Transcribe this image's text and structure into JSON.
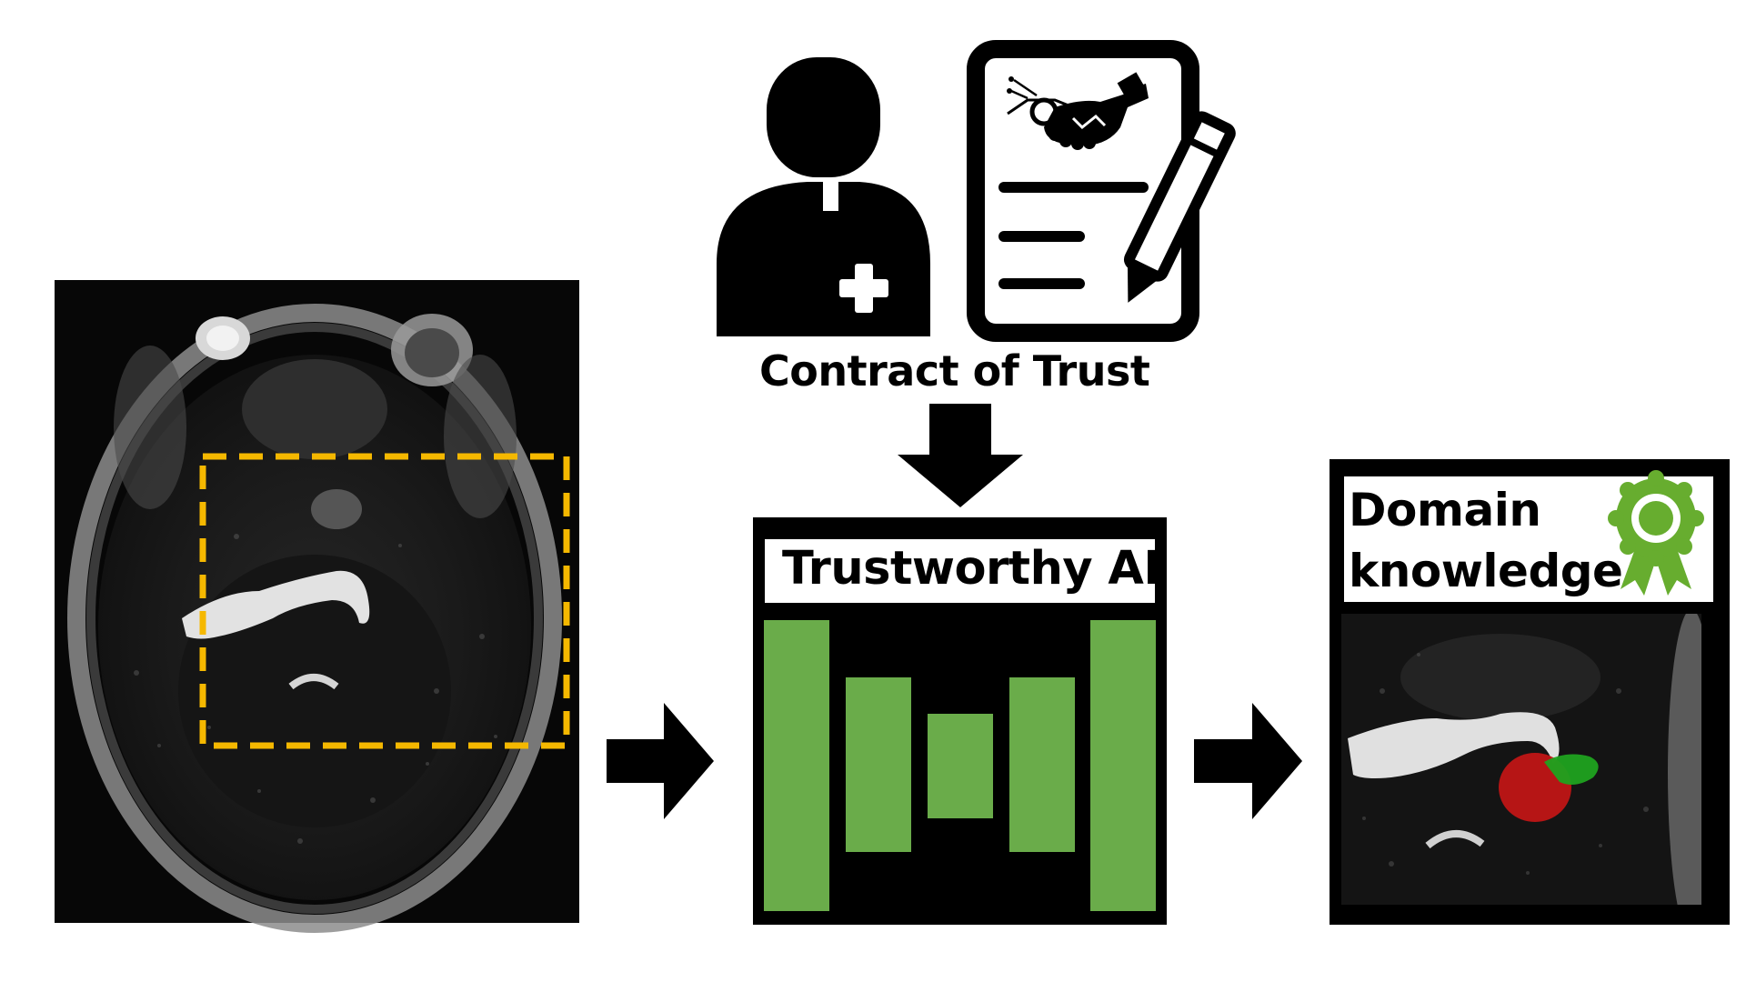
{
  "contract_label": "Contract of Trust",
  "ai_label": "Trustworthy AI",
  "domain_label_line1": "Domain",
  "domain_label_line2": "knowledge",
  "colors": {
    "bar_green": "#6aac4a",
    "crop_box": "#f5b800",
    "tumor_red": "#c41616",
    "tumor_green": "#1fa21f",
    "award_green": "#67ad2f"
  },
  "icons": [
    "doctor-icon",
    "medical-cross-icon",
    "contract-document-icon",
    "handshake-icon",
    "pencil-icon",
    "award-ribbon-icon"
  ]
}
